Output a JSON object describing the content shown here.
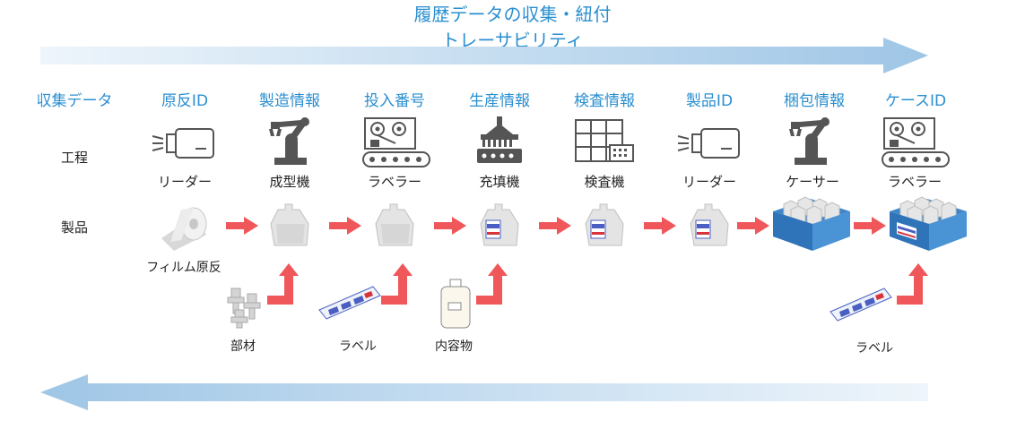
{
  "titles": {
    "top": "履歴データの収集・紐付",
    "bottom": "トレーサビリティ"
  },
  "row_labels": {
    "data": "収集データ",
    "process": "工程",
    "product": "製品"
  },
  "columns": [
    {
      "data": "原反ID",
      "machine": "リーダー",
      "machine_icon": "reader-icon",
      "product": "フィルム原反",
      "product_icon": "film-roll-icon"
    },
    {
      "data": "製造情報",
      "machine": "成型機",
      "machine_icon": "robot-arm-icon",
      "product_icon": "pouch-icon"
    },
    {
      "data": "投入番号",
      "machine": "ラベラー",
      "machine_icon": "labeler-icon",
      "product_icon": "pouch-icon"
    },
    {
      "data": "生産情報",
      "machine": "充填機",
      "machine_icon": "filler-icon",
      "product_icon": "labeled-pouch-icon"
    },
    {
      "data": "検査情報",
      "machine": "検査機",
      "machine_icon": "inspection-machine-icon",
      "product_icon": "labeled-pouch-icon"
    },
    {
      "data": "製品ID",
      "machine": "リーダー",
      "machine_icon": "reader-icon",
      "product_icon": "labeled-pouch-icon"
    },
    {
      "data": "梱包情報",
      "machine": "ケーサー",
      "machine_icon": "robot-arm-icon",
      "product_icon": "case-icon"
    },
    {
      "data": "ケースID",
      "machine": "ラベラー",
      "machine_icon": "labeler-icon",
      "product_icon": "labeled-case-icon"
    }
  ],
  "materials": [
    {
      "label": "部材",
      "icon": "parts-icon"
    },
    {
      "label": "ラベル",
      "icon": "label-sheet-icon"
    },
    {
      "label": "内容物",
      "icon": "bottle-icon"
    },
    {
      "label": "ラベル",
      "icon": "label-sheet-icon"
    }
  ],
  "colors": {
    "accent_blue": "#2b8fd0",
    "flow_arrow": "#a9cbe8",
    "red_arrow": "#f0575a",
    "icon_gray": "#555555"
  }
}
